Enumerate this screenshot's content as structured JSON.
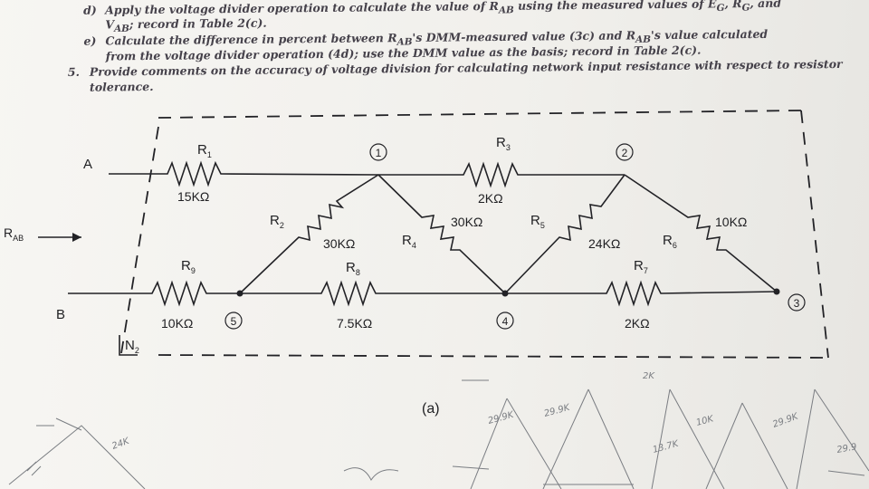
{
  "instructions": {
    "item_d_label": "d)",
    "item_d_line1": "Apply the voltage divider operation to calculate the value of R",
    "item_d_sub1": "AB",
    "item_d_line1b": " using the measured values of E",
    "item_d_sub2": "G",
    "item_d_line1c": ", R",
    "item_d_sub3": "G",
    "item_d_line1d": ", and",
    "item_d_line2": "V",
    "item_d_line2_sub": "AB",
    "item_d_line2b": "; record in Table 2(c).",
    "item_e_label": "e)",
    "item_e_line1": "Calculate the difference in percent between R",
    "item_e_sub1": "AB",
    "item_e_line1b": "'s DMM-measured value (3c) and R",
    "item_e_sub2": "AB",
    "item_e_line1c": "'s value calculated",
    "item_e_line2": "from the voltage divider operation (4d); use the DMM value as the basis; record in Table 2(c).",
    "item_5_label": "5.",
    "item_5_line1": "Provide comments on the accuracy of voltage division for calculating network input resistance with respect to resistor",
    "item_5_line2": "tolerance."
  },
  "circuit": {
    "terminal_a": "A",
    "terminal_b": "B",
    "input_label": "R",
    "input_label_sub": "AB",
    "resistors": [
      {
        "name": "R",
        "sub": "1",
        "value": "15KΩ"
      },
      {
        "name": "R",
        "sub": "2",
        "value": "30KΩ"
      },
      {
        "name": "R",
        "sub": "3",
        "value": "2KΩ"
      },
      {
        "name": "R",
        "sub": "4",
        "value": "30KΩ"
      },
      {
        "name": "R",
        "sub": "5",
        "value": "24KΩ"
      },
      {
        "name": "R",
        "sub": "6",
        "value": "10KΩ"
      },
      {
        "name": "R",
        "sub": "7",
        "value": "2KΩ"
      },
      {
        "name": "R",
        "sub": "8",
        "value": "7.5KΩ"
      },
      {
        "name": "R",
        "sub": "9",
        "value": "10KΩ"
      }
    ],
    "nodes": [
      "1",
      "2",
      "3",
      "4",
      "5"
    ],
    "network_label": "N",
    "network_label_sub": "2",
    "caption": "(a)"
  },
  "handwriting": {
    "notes": [
      "24K",
      "29.9K",
      "29.9K",
      "2K",
      "13.7K",
      "10K",
      "29.9K",
      "29.9"
    ]
  },
  "colors": {
    "ink": "#222226",
    "print_text": "#45414a",
    "pencil": "#7a7d82",
    "paper": "#f4f3ef"
  }
}
